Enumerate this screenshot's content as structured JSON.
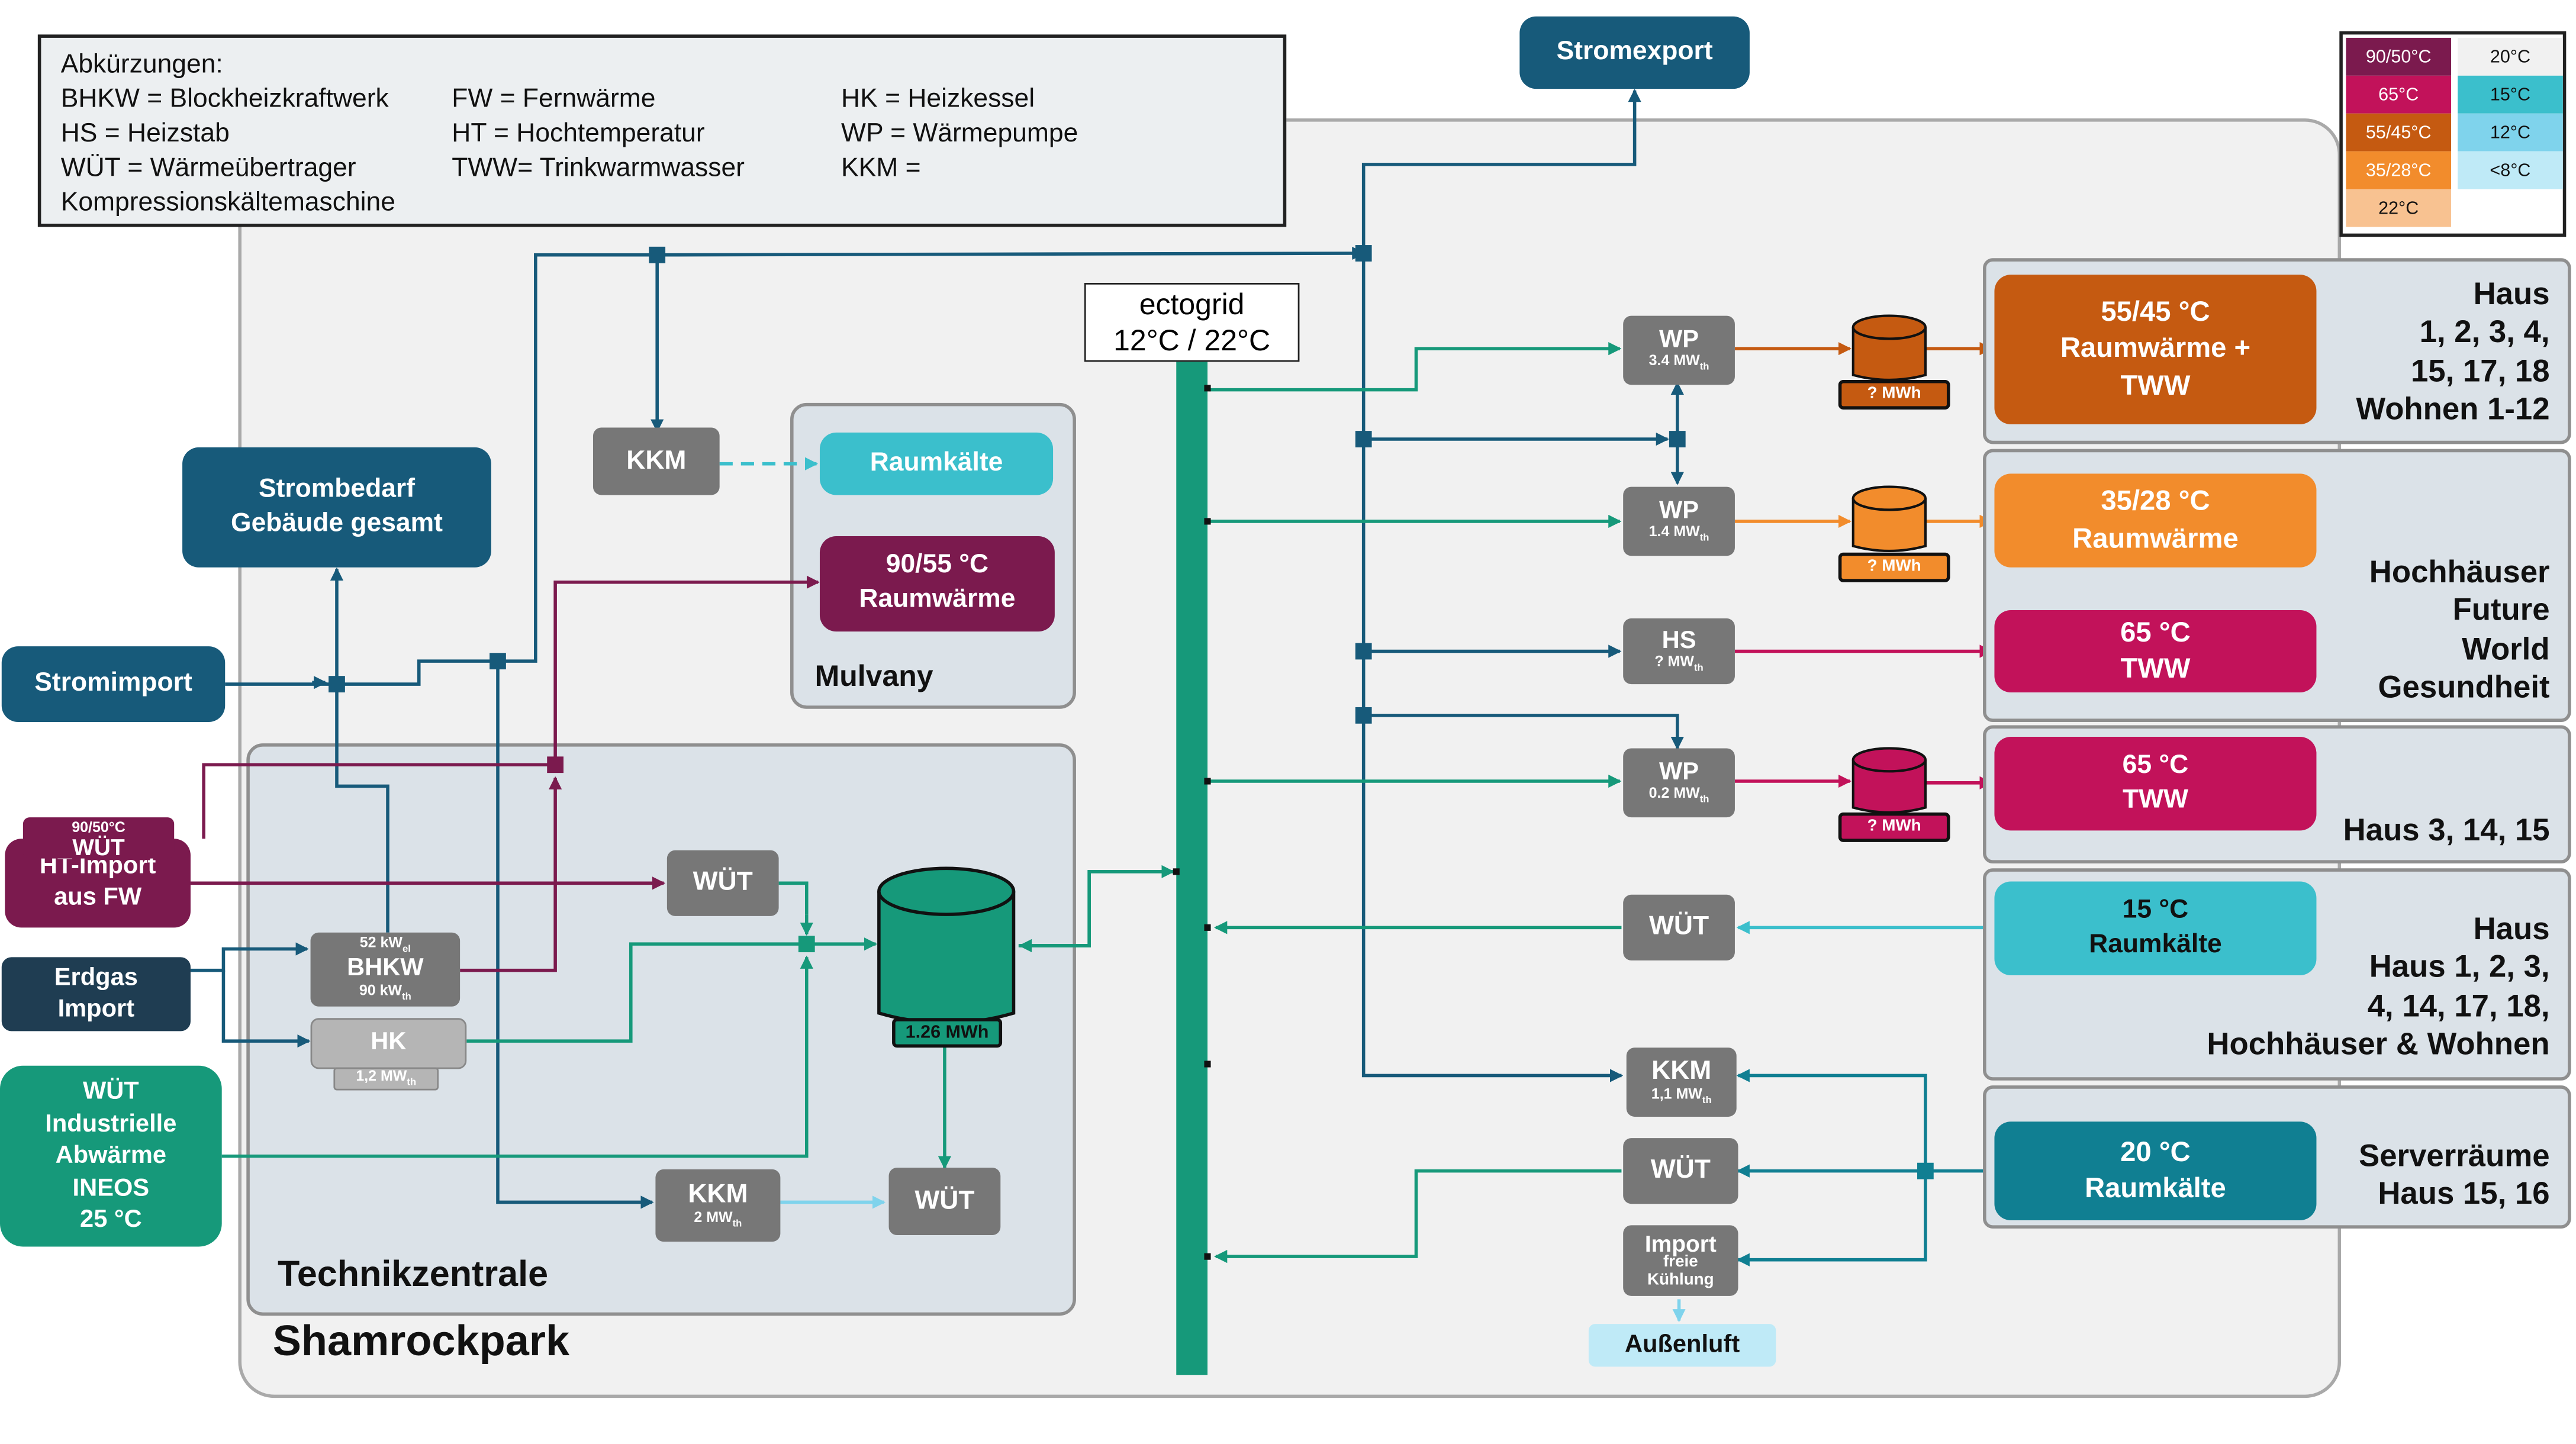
{
  "legend": {
    "heading": "Abkürzungen:",
    "col1": [
      "BHKW = Blockheizkraftwerk",
      "HS = Heizstab",
      "WÜT = Wärmeübertrager",
      "Kompressionskältemaschine"
    ],
    "col2": [
      "FW = Fernwärme",
      "HT = Hochtemperatur",
      "TWW= Trinkwarmwasser"
    ],
    "col3": [
      "HK = Heizkessel",
      "WP = Wärmepumpe",
      "KKM ="
    ]
  },
  "swatches": [
    {
      "label": "90/50°C",
      "color": "#7b1a4e",
      "text": "#fff"
    },
    {
      "label": "20°C",
      "color": "#f1f1f1",
      "text": "#111"
    },
    {
      "label": "65°C",
      "color": "#c2125a",
      "text": "#fff"
    },
    {
      "label": "15°C",
      "color": "#3bbfcc",
      "text": "#111"
    },
    {
      "label": "55/45°C",
      "color": "#c55a11",
      "text": "#fff"
    },
    {
      "label": "12°C",
      "color": "#7fd3ec",
      "text": "#111"
    },
    {
      "label": "35/28°C",
      "color": "#f28c2c",
      "text": "#fff"
    },
    {
      "label": "<8°C",
      "color": "#bfeaf7",
      "text": "#111"
    },
    {
      "label": "22°C",
      "color": "#f8c291",
      "text": "#111"
    }
  ],
  "labels": {
    "stromexport": "Stromexport",
    "strombedarf": [
      "Strombedarf",
      "Gebäude gesamt"
    ],
    "stromimport": "Stromimport",
    "ht_import": {
      "temp": "90/50°C",
      "l1": "WÜT",
      "l2": "HT-Import",
      "l3": "aus FW"
    },
    "erdgas": [
      "Erdgas",
      "Import"
    ],
    "industrie": [
      "WÜT",
      "Industrielle",
      "Abwärme",
      "INEOS",
      "25 °C"
    ],
    "ectogrid": [
      "ectogrid",
      "12°C / 22°C"
    ],
    "shamrockpark": "Shamrockpark",
    "technikzentrale": "Technikzentrale",
    "mulvany": "Mulvany",
    "raumkaelte": "Raumkälte",
    "mulvany_heat": [
      "90/55 °C",
      "Raumwärme"
    ],
    "aussenluft": "Außenluft",
    "storage": "1.26 MWh"
  },
  "units": {
    "kkm_top": {
      "name": "KKM"
    },
    "wuet_tz": {
      "name": "WÜT"
    },
    "bhkw": {
      "name": "BHKW",
      "top": "52 kW",
      "top_sub": "el",
      "bottom": "90 kW",
      "bottom_sub": "th"
    },
    "hk": {
      "name": "HK",
      "sub": "1,2 MW",
      "sub_sub": "th"
    },
    "kkm_tz": {
      "name": "KKM",
      "sub": "2 MW",
      "sub_sub": "th"
    },
    "wuet_tz2": {
      "name": "WÜT"
    },
    "wp1": {
      "name": "WP",
      "sub": "3.4 MW",
      "sub_sub": "th"
    },
    "wp2": {
      "name": "WP",
      "sub": "1.4 MW",
      "sub_sub": "th"
    },
    "hs": {
      "name": "HS",
      "sub": "? MW",
      "sub_sub": "th"
    },
    "wp3": {
      "name": "WP",
      "sub": "0.2 MW",
      "sub_sub": "th"
    },
    "wuet_r1": {
      "name": "WÜT"
    },
    "kkm_r": {
      "name": "KKM",
      "sub": "1,1 MW",
      "sub_sub": "th"
    },
    "wuet_r2": {
      "name": "WÜT"
    },
    "import_fk": {
      "name": "Import",
      "sub1": "freie",
      "sub2": "Kühlung"
    }
  },
  "tanks": {
    "t1": "? MWh",
    "t2": "? MWh",
    "t3": "? MWh"
  },
  "consumers": {
    "c1": [
      "55/45 °C",
      "Raumwärme +",
      "TWW"
    ],
    "c2": [
      "35/28 °C",
      "Raumwärme"
    ],
    "c3": [
      "65 °C",
      "TWW"
    ],
    "c4": [
      "65 °C",
      "TWW"
    ],
    "c5": [
      "15 °C",
      "Raumkälte"
    ],
    "c6": [
      "20 °C",
      "Raumkälte"
    ]
  },
  "buildings": {
    "b1": [
      "Haus",
      "1, 2, 3, 4,",
      "15, 17, 18",
      "Wohnen 1-12"
    ],
    "b2": [
      "Hochhäuser",
      "Future",
      "World",
      "Gesundheit"
    ],
    "b3": [
      "Haus 3, 14, 15"
    ],
    "b4": [
      "Haus",
      "Haus 1, 2, 3,",
      "4, 14, 17, 18,",
      "Hochhäuser & Wohnen"
    ],
    "b5": [
      "Serverräume",
      "Haus 15, 16"
    ]
  },
  "colors": {
    "electric": "#175a7a",
    "grid": "#16997a",
    "ht": "#7b1a4e",
    "wp1": "#c55a11",
    "wp2": "#f28c2c",
    "tww": "#c2125a",
    "cold15": "#3bbfcc",
    "cold20": "#107f92",
    "lightcold": "#7fd3ec"
  }
}
